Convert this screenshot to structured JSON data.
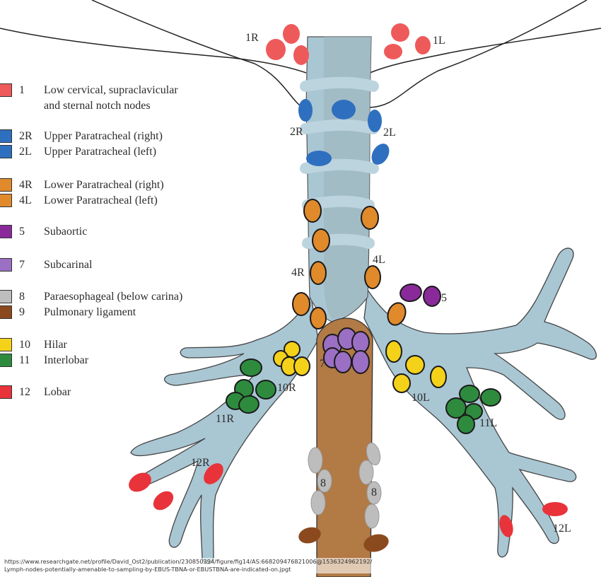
{
  "legend": {
    "items": [
      {
        "code": "1",
        "label": "Low cervical, supraclavicular",
        "label_line2": "and sternal notch nodes",
        "color": "#ee5a5a"
      },
      {
        "code": "2R",
        "label": "Upper Paratracheal (right)",
        "color": "#2f6fbf"
      },
      {
        "code": "2L",
        "label": "Upper Paratracheal (left)",
        "color": "#2f6fbf"
      },
      {
        "code": "4R",
        "label": "Lower Paratracheal (right)",
        "color": "#e08a2c"
      },
      {
        "code": "4L",
        "label": "Lower Paratracheal (left)",
        "color": "#e08a2c"
      },
      {
        "code": "5",
        "label": "Subaortic",
        "color": "#8a2a9a"
      },
      {
        "code": "7",
        "label": "Subcarinal",
        "color": "#9b6fc4"
      },
      {
        "code": "8",
        "label": "Paraesophageal (below carina)",
        "color": "#bdbdbd"
      },
      {
        "code": "9",
        "label": "Pulmonary ligament",
        "color": "#8b4a1e"
      },
      {
        "code": "10",
        "label": "Hilar",
        "color": "#f5d21a"
      },
      {
        "code": "11",
        "label": "Interlobar",
        "color": "#2e8b3e"
      },
      {
        "code": "12",
        "label": "Lobar",
        "color": "#e8333a"
      }
    ]
  },
  "diagram": {
    "station_labels": [
      "1R",
      "1L",
      "2R",
      "2L",
      "4R",
      "4L",
      "5",
      "7",
      "10R",
      "10L",
      "11R",
      "11L",
      "12R",
      "12L",
      "8",
      "8"
    ],
    "colors": {
      "airway": "#a9c6d3",
      "airway_dark": "#9fb8c0",
      "ring": "#bcd4de",
      "esophagus": "#b27a45",
      "outline": "#333333"
    }
  },
  "credit": {
    "line1": "https://www.researchgate.net/profile/David_Ost2/publication/230850394/figure/fig14/AS:668209476821006@1536324962192/",
    "line2": "Lymph-nodes-potentially-amenable-to-sampling-by-EBUS-TBNA-or-EBUSTBNA-are-indicated-on.jpgt"
  }
}
